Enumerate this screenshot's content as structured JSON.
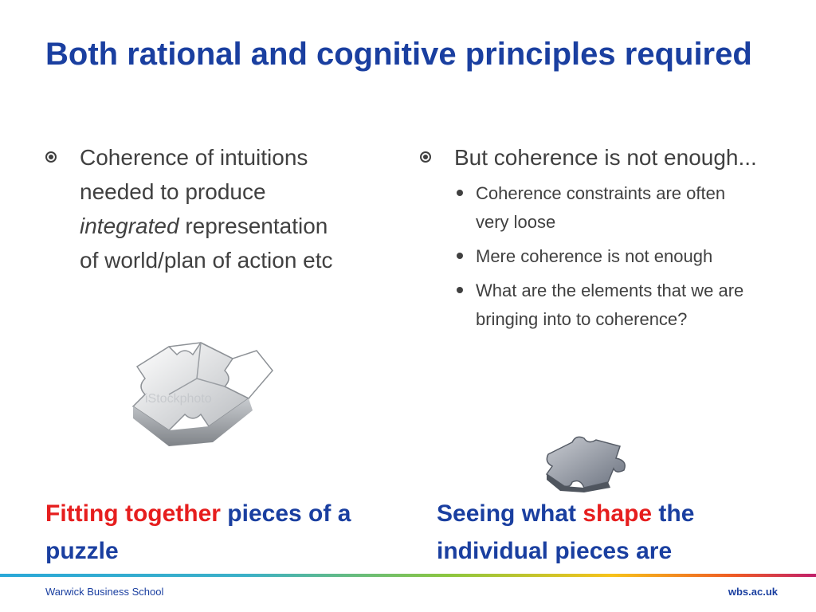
{
  "slide": {
    "title": "Both rational and cognitive principles required"
  },
  "left_column": {
    "bullet_lines": {
      "line1": "Coherence of intuitions",
      "line2": "needed to produce",
      "line3_italic": "integrated",
      "line3_rest": " representation",
      "line4": "of world/plan of action etc"
    }
  },
  "right_column": {
    "bullet": "But coherence is not enough...",
    "sub_bullets": [
      "Coherence constraints are often very loose",
      "Mere coherence is not enough",
      "What are the elements that we are bringing into to coherence?"
    ]
  },
  "captions": {
    "left": {
      "red": "Fitting together",
      "rest": " pieces of a puzzle"
    },
    "right": {
      "start": "Seeing what ",
      "red": "shape",
      "rest": " the individual pieces are"
    }
  },
  "images": {
    "left_puzzle_watermark": "iStockphoto"
  },
  "footer": {
    "left": "Warwick Business School",
    "right": "wbs.ac.uk"
  },
  "colors": {
    "title_blue": "#1a3fa0",
    "accent_red": "#e61e1e",
    "body_text": "#404040"
  }
}
